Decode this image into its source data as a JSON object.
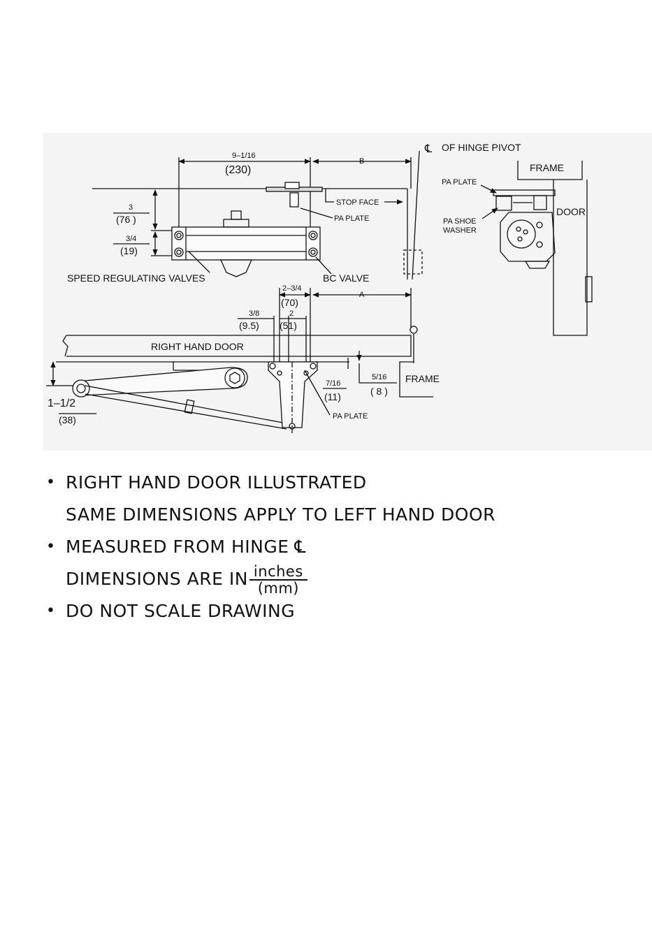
{
  "labels": {
    "dim_9_1_16": "9–1/16",
    "dim_230": "(230)",
    "dim_B": "B",
    "hinge_pivot": "OF HINGE PIVOT",
    "centerline": "℄",
    "frame_top": "FRAME",
    "pa_plate_side": "PA PLATE",
    "pa_shoe_1": "PA SHOE",
    "pa_shoe_2": "WASHER",
    "door_side": "DOOR",
    "dim_3": "3",
    "dim_76": "(76 )",
    "dim_3_4": "3/4",
    "dim_19": "(19)",
    "stop_face": "STOP FACE",
    "pa_plate_top": "PA PLATE",
    "speed_valves": "SPEED REGULATING VALVES",
    "bc_valve": "BC VALVE",
    "dim_2_3_4": "2–3/4",
    "dim_70": "(70)",
    "dim_A": "A",
    "dim_3_8": "3/8",
    "dim_9_5": "(9.5)",
    "dim_2": "2",
    "dim_51": "(51)",
    "right_hand_door": "RIGHT HAND DOOR",
    "dim_5_16": "5/16",
    "dim_8": "( 8 )",
    "frame_bottom": "FRAME",
    "dim_7_16": "7/16",
    "dim_11": "(11)",
    "dim_1_1_2": "1–1/2",
    "dim_38": "(38)",
    "pa_plate_bottom": "PA PLATE"
  },
  "notes": {
    "bullet": "•",
    "line1": "RIGHT  HAND  DOOR  ILLUSTRATED",
    "line2": "SAME  DIMENSIONS  APPLY TO  LEFT HAND  DOOR",
    "line3": "MEASURED  FROM  HINGE",
    "line3_symbol": "℄",
    "line4": "DIMENSIONS  ARE  IN",
    "unit_num": "inches",
    "unit_den": "(mm)",
    "line5": "DO  NOT  SCALE  DRAWING"
  }
}
